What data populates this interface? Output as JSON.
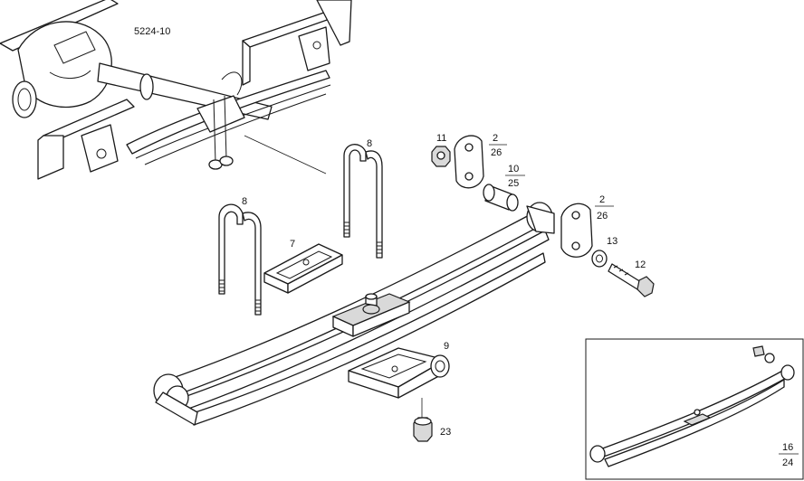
{
  "drawing_code": "5224-10",
  "callouts": {
    "p11": "11",
    "p2a_top": "2",
    "p2a_bottom": "26",
    "p10_top": "10",
    "p10_bottom": "25",
    "p2b_top": "2",
    "p2b_bottom": "26",
    "p13": "13",
    "p12": "12",
    "p8_left": "8",
    "p8_right": "8",
    "p7": "7",
    "p9": "9",
    "p23": "23",
    "inset_top": "16",
    "inset_bottom": "24"
  }
}
